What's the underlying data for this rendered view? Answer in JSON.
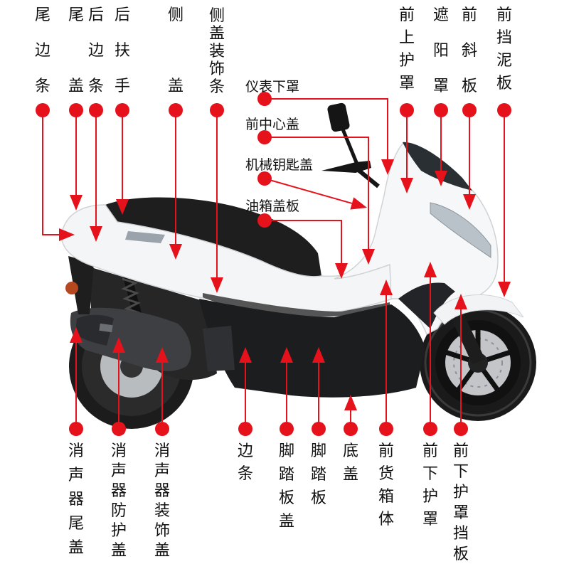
{
  "colors": {
    "marker": "#e5121b",
    "background": "#ffffff",
    "text": "#111111"
  },
  "top_labels": [
    "尾边条",
    "尾盖",
    "后边条",
    "后扶手",
    "侧盖",
    "侧盖装饰条",
    "前上护罩",
    "遮阳罩",
    "前斜板",
    "前挡泥板"
  ],
  "middle_labels": [
    "仪表下罩",
    "前中心盖",
    "机械钥匙盖",
    "油箱盖板"
  ],
  "bottom_labels": [
    "消声器尾盖",
    "消声器防护盖",
    "消声器装饰盖",
    "边条",
    "脚踏板盖",
    "脚踏板",
    "底盖",
    "前货箱体",
    "前下护罩",
    "前下护罩挡板"
  ]
}
